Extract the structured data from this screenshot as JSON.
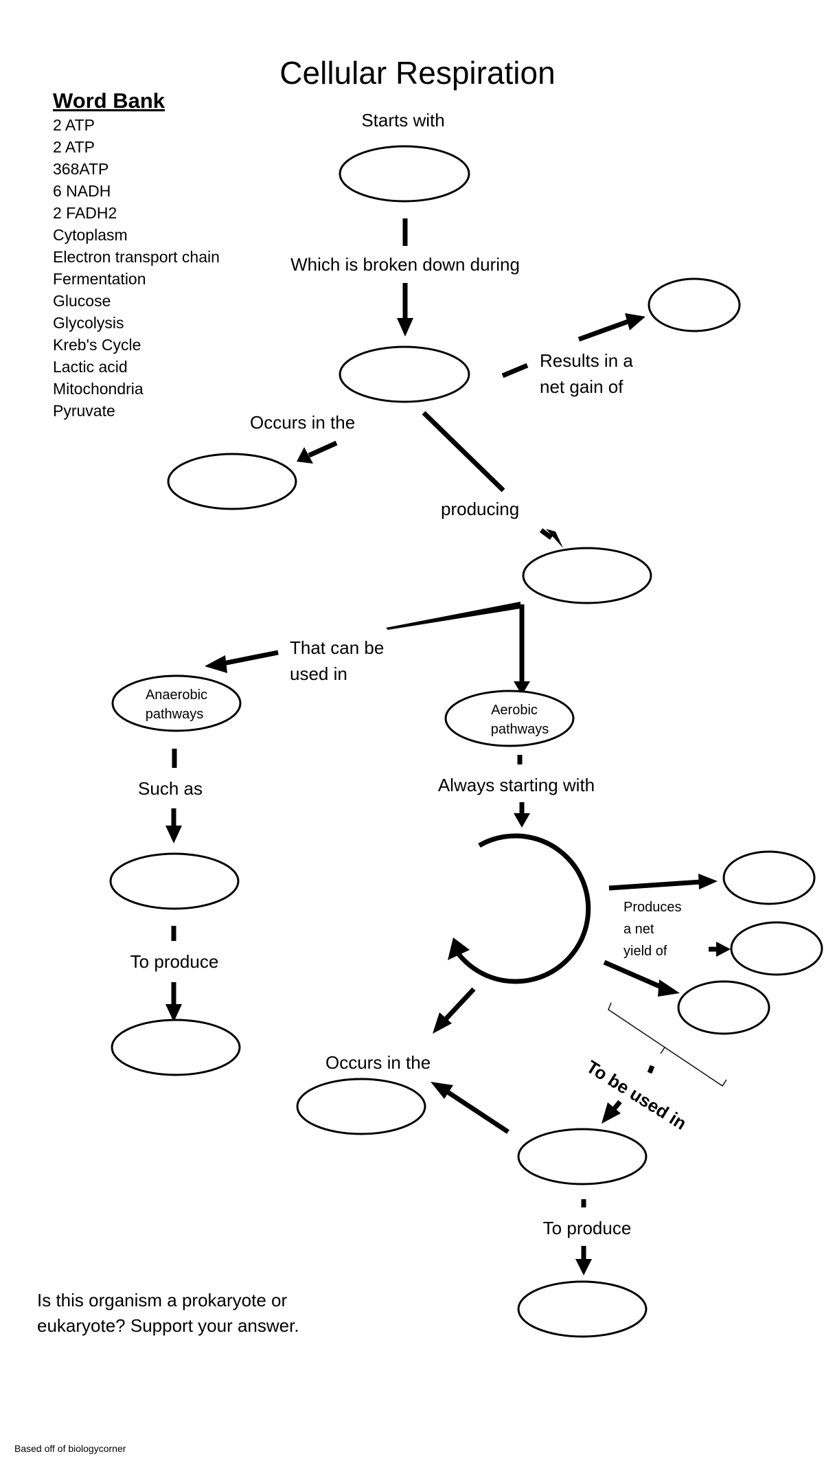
{
  "title": "Cellular Respiration",
  "word_bank": {
    "heading": "Word Bank",
    "items": [
      "2 ATP",
      "2 ATP",
      "368ATP",
      "6 NADH",
      "2 FADH2",
      "Cytoplasm",
      "Electron transport chain",
      "Fermentation",
      "Glucose",
      "Glycolysis",
      "Kreb's Cycle",
      "Lactic acid",
      "Mitochondria",
      "Pyruvate"
    ]
  },
  "labels": {
    "starts_with": "Starts with",
    "broken_down": "Which is broken down during",
    "results_line1": "Results in a",
    "results_line2": "net gain of",
    "occurs_in_1": "Occurs in the",
    "producing": "producing",
    "can_be_line1": "That can be",
    "can_be_line2": "used in",
    "anaerobic_line1": "Anaerobic",
    "anaerobic_line2": "pathways",
    "aerobic_line1": "Aerobic",
    "aerobic_line2": "pathways",
    "such_as": "Such as",
    "always_starting": "Always starting with",
    "to_produce_left": "To produce",
    "produces_line1": "Produces",
    "produces_line2": "a net",
    "produces_line3": "yield of",
    "occurs_in_2": "Occurs in the",
    "to_be_used_in": "To be used in",
    "to_produce_bottom": "To produce"
  },
  "question_line1": "Is this organism a prokaryote or",
  "question_line2": "eukaryote?  Support your answer.",
  "footer": "Based off of biologycorner"
}
